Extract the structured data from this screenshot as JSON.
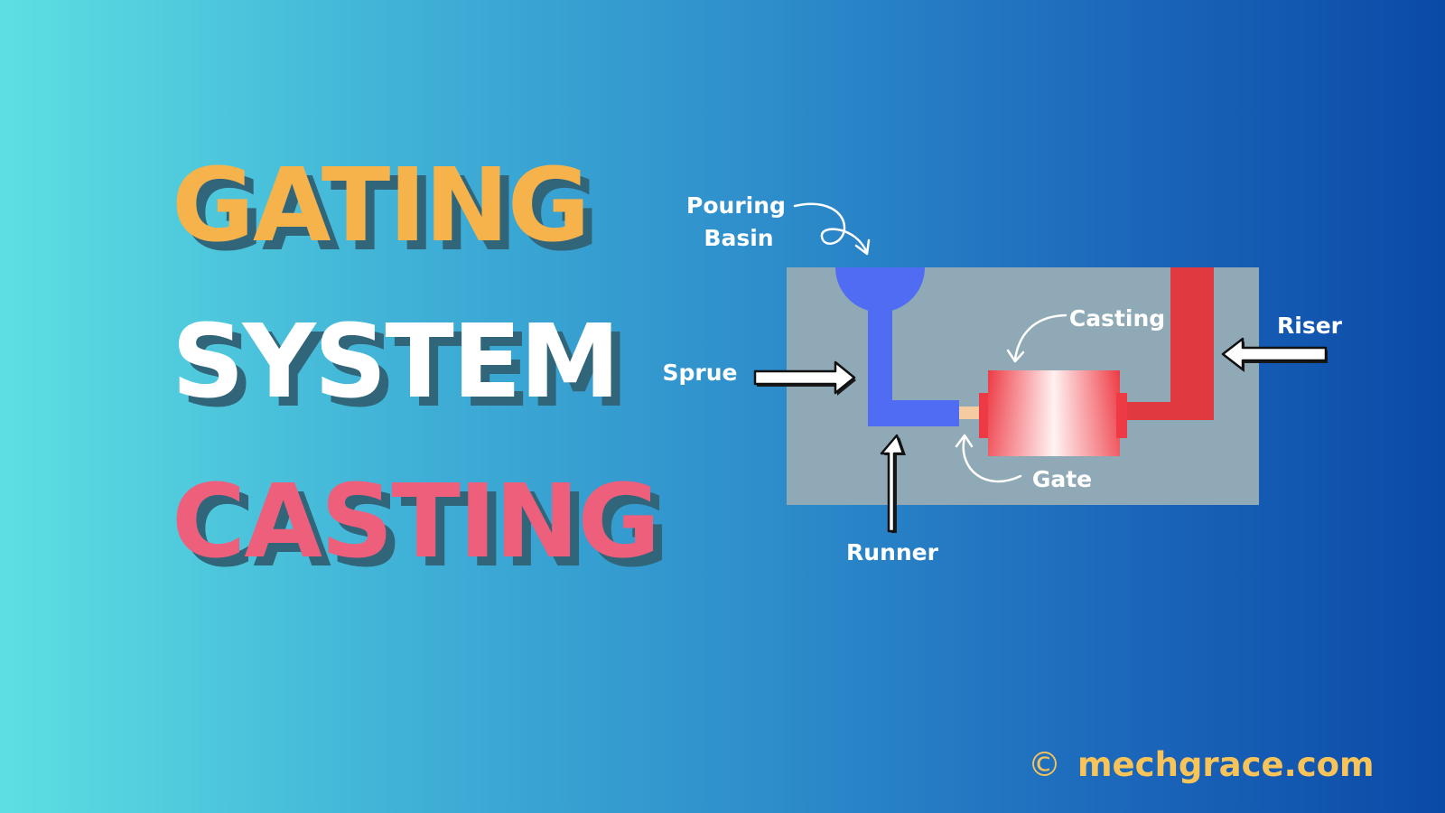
{
  "title": {
    "words": [
      "GATING",
      "SYSTEM",
      "CASTING"
    ],
    "colors": [
      "#f6b24b",
      "#ffffff",
      "#ee5f7c"
    ],
    "shadow_color": "#31657a"
  },
  "diagram": {
    "labels": {
      "pouring_basin_line1": "Pouring",
      "pouring_basin_line2": "Basin",
      "sprue": "Sprue",
      "runner": "Runner",
      "casting": "Casting",
      "gate": "Gate",
      "riser": "Riser"
    },
    "colors": {
      "mold": "#8fa9b6",
      "gating_channel": "#4f6cf2",
      "riser": "#e0393f",
      "casting": "#ee3a44",
      "gate": "#f5cba2",
      "label": "#ffffff"
    }
  },
  "footer": {
    "copyright_symbol": "©",
    "site": "mechgrace.com",
    "color": "#f8c45a"
  }
}
